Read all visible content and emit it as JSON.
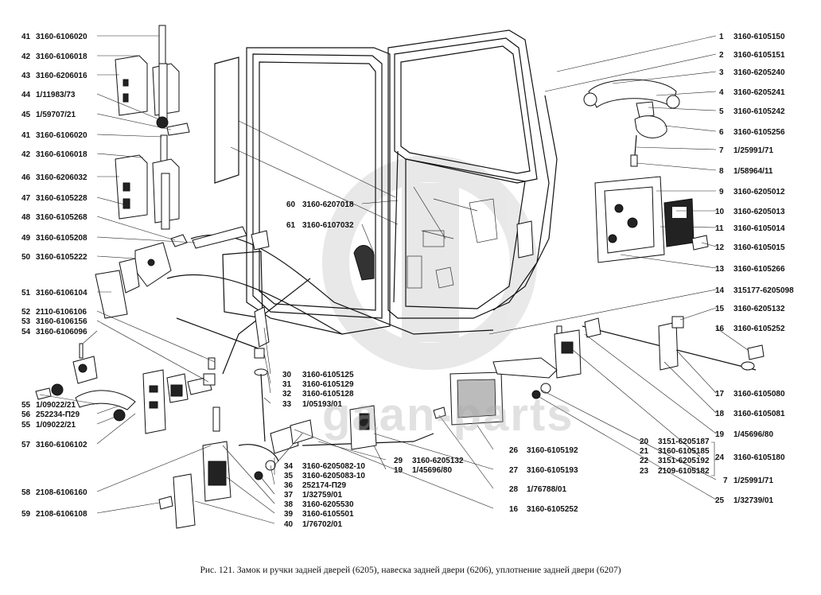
{
  "caption": "Рис. 121. Замок и ручки задней дверей (6205), навеска задней двери (6206), уплотнение задней двери (6207)",
  "watermark": "gaan-parts",
  "left_labels": [
    {
      "n": "41",
      "code": "3160-6106020"
    },
    {
      "n": "42",
      "code": "3160-6106018"
    },
    {
      "n": "43",
      "code": "3160-6206016"
    },
    {
      "n": "44",
      "code": "1/11983/73"
    },
    {
      "n": "45",
      "code": "1/59707/21"
    },
    {
      "n": "41",
      "code": "3160-6106020"
    },
    {
      "n": "42",
      "code": "3160-6106018"
    },
    {
      "n": "46",
      "code": "3160-6206032"
    },
    {
      "n": "47",
      "code": "3160-6105228"
    },
    {
      "n": "48",
      "code": "3160-6105268"
    },
    {
      "n": "49",
      "code": "3160-6105208"
    },
    {
      "n": "50",
      "code": "3160-6105222"
    },
    {
      "n": "51",
      "code": "3160-6106104"
    },
    {
      "n": "52",
      "code": "2110-6106106"
    },
    {
      "n": "53",
      "code": "3160-6106156"
    },
    {
      "n": "54",
      "code": "3160-6106096"
    },
    {
      "n": "55",
      "code": "1/09022/21"
    },
    {
      "n": "56",
      "code": "252234-П29"
    },
    {
      "n": "55",
      "code": "1/09022/21"
    },
    {
      "n": "57",
      "code": "3160-6106102"
    },
    {
      "n": "58",
      "code": "2108-6106160"
    },
    {
      "n": "59",
      "code": "2108-6106108"
    }
  ],
  "right_labels": [
    {
      "n": "1",
      "code": "3160-6105150"
    },
    {
      "n": "2",
      "code": "3160-6105151"
    },
    {
      "n": "3",
      "code": "3160-6205240"
    },
    {
      "n": "4",
      "code": "3160-6205241"
    },
    {
      "n": "5",
      "code": "3160-6105242"
    },
    {
      "n": "6",
      "code": "3160-6105256"
    },
    {
      "n": "7",
      "code": "1/25991/71"
    },
    {
      "n": "8",
      "code": "1/58964/11"
    },
    {
      "n": "9",
      "code": "3160-6205012"
    },
    {
      "n": "10",
      "code": "3160-6205013"
    },
    {
      "n": "11",
      "code": "3160-6105014"
    },
    {
      "n": "12",
      "code": "3160-6105015"
    },
    {
      "n": "13",
      "code": "3160-6105266"
    },
    {
      "n": "14",
      "code": "315177-6205098"
    },
    {
      "n": "15",
      "code": "3160-6205132"
    },
    {
      "n": "16",
      "code": "3160-6105252"
    },
    {
      "n": "17",
      "code": "3160-6105080"
    },
    {
      "n": "18",
      "code": "3160-6105081"
    },
    {
      "n": "19",
      "code": "1/45696/80"
    },
    {
      "n": "24",
      "code": "3160-6105180"
    },
    {
      "n": "7",
      "code": "1/25991/71"
    },
    {
      "n": "25",
      "code": "1/32739/01"
    }
  ],
  "mid_labels": [
    {
      "n": "60",
      "code": "3160-6207018"
    },
    {
      "n": "61",
      "code": "3160-6107032"
    },
    {
      "n": "30",
      "code": "3160-6105125"
    },
    {
      "n": "31",
      "code": "3160-6105129"
    },
    {
      "n": "32",
      "code": "3160-6105128"
    },
    {
      "n": "33",
      "code": "1/05193/01"
    },
    {
      "n": "34",
      "code": "3160-6205082-10"
    },
    {
      "n": "35",
      "code": "3160-6205083-10"
    },
    {
      "n": "36",
      "code": "252174-П29"
    },
    {
      "n": "37",
      "code": "1/32759/01"
    },
    {
      "n": "38",
      "code": "3160-6205530"
    },
    {
      "n": "39",
      "code": "3160-6105501"
    },
    {
      "n": "40",
      "code": "1/76702/01"
    },
    {
      "n": "29",
      "code": "3160-6205132"
    },
    {
      "n": "19",
      "code": "1/45696/80"
    },
    {
      "n": "26",
      "code": "3160-6105192"
    },
    {
      "n": "27",
      "code": "3160-6105193"
    },
    {
      "n": "28",
      "code": "1/76788/01"
    },
    {
      "n": "16",
      "code": "3160-6105252"
    },
    {
      "n": "20",
      "code": "3151-6205187"
    },
    {
      "n": "21",
      "code": "3160-6105185"
    },
    {
      "n": "22",
      "code": "3151-6205192"
    },
    {
      "n": "23",
      "code": "2109-6105182"
    }
  ]
}
